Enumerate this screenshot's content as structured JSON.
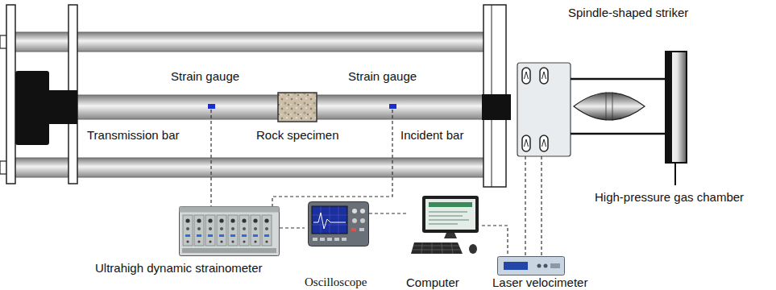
{
  "diagram": {
    "nodes": [
      {
        "text": [
          "Ultrahigh dynamic strainometer"
        ]
      },
      {
        "text": [
          "Oscilloscope"
        ]
      },
      {
        "text": [
          "Computer"
        ]
      },
      {
        "text": [
          "Laser velocimeter"
        ]
      }
    ],
    "edges": [
      {
        "from": 0,
        "to": 1,
        "arrow": "none"
      },
      {
        "from": 1,
        "to": 2,
        "arrow": "none"
      },
      {
        "from": 2,
        "to": 3,
        "arrow": "none"
      }
    ],
    "labels": [
      "Spindle-shaped striker",
      "Strain gauge",
      "Strain gauge",
      "Transmission bar",
      "Rock specimen",
      "Incident bar",
      "High-pressure gas chamber"
    ]
  }
}
